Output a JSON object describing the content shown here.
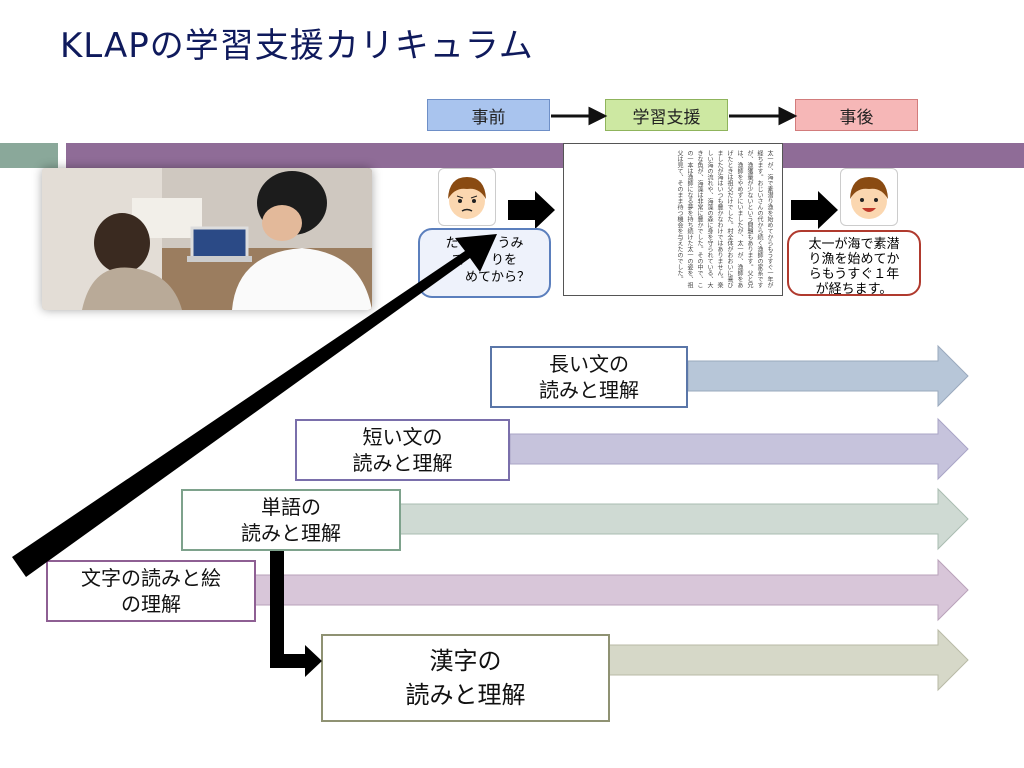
{
  "title": "KLAPの学習支援カリキュラム",
  "stages": {
    "before": "事前",
    "support": "学習支援",
    "after": "事後"
  },
  "bubbles": {
    "question_lines": [
      "たい　　うみ",
      "で　　りを",
      "　　めてから？"
    ],
    "answer_lines": [
      "太一が海で素潜",
      "り漁を始めてか",
      "らもうすぐ１年",
      "が経ちます。"
    ]
  },
  "document_text": "太一が、海で素潜り漁を始めてからもうすぐ一年が経ちます。おじいさんの代から続く漁師の家系ですが、漁獲量が少ないという問題もあります。父と兄は、漁師をやめずにいましたが、太一が、漁師をあげたときは祖父だけでした。村全体がおおいに喜びましたが海はいつも豊かなわけではありません。楽しい海の流れや、海藻の森に身を守られている、大きな魚が、海藻は非常に豊かでした。その中で、この一本は漁師になる夢を持ち続けた太一の姿を、祖父は見て、そのまま待つ機会を与えたのでした。",
  "curriculum": [
    {
      "key": "long",
      "lines": [
        "長い文の",
        "読みと理解"
      ]
    },
    {
      "key": "short",
      "lines": [
        "短い文の",
        "読みと理解"
      ]
    },
    {
      "key": "word",
      "lines": [
        "単語の",
        "読みと理解"
      ]
    },
    {
      "key": "letter",
      "lines": [
        "文字の読みと絵",
        "の理解"
      ]
    },
    {
      "key": "kanji",
      "lines": [
        "漢字の",
        "読みと理解"
      ]
    }
  ],
  "colors": {
    "title": "#0f1a5c",
    "stage_before": "#a9c4ee",
    "stage_support": "#cde8a2",
    "stage_after": "#f6b7b7",
    "band_purple": "#8f6c97",
    "band_green": "#8aa89a",
    "arrow_long": "#b7c6d8",
    "arrow_short": "#c6c3dc",
    "arrow_word": "#cfdad3",
    "arrow_letter": "#d8c6d9",
    "arrow_kanji": "#d6d8c8"
  }
}
